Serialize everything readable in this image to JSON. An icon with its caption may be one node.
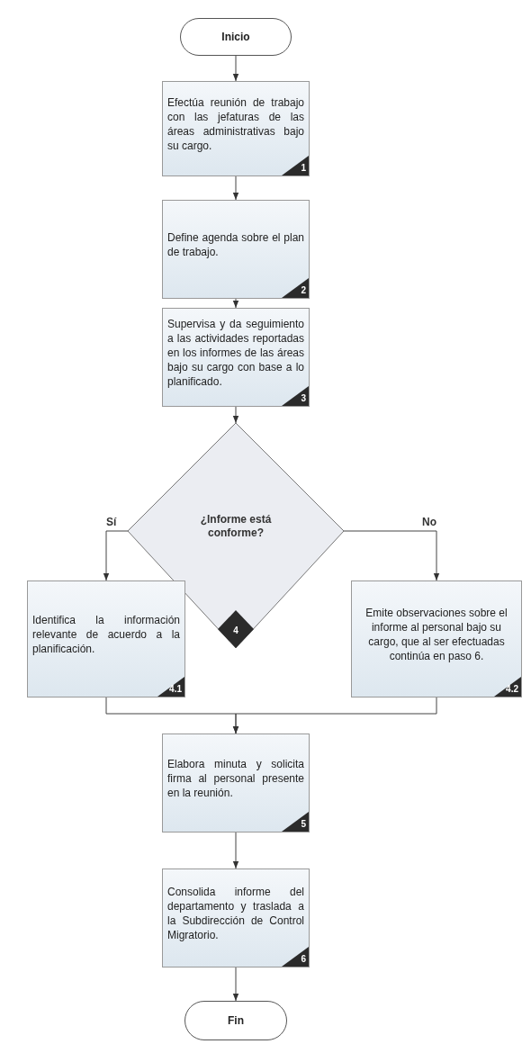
{
  "diagram": {
    "nodes": [
      {
        "text": [
          "Inicio"
        ]
      },
      {
        "text": [
          "Efectúa reunión de trabajo con las jefaturas de las áreas administrativas bajo su cargo.",
          "1"
        ]
      },
      {
        "text": [
          "Define agenda sobre el plan de trabajo.",
          "2"
        ]
      },
      {
        "text": [
          "Supervisa y da seguimiento a las actividades reportadas en los informes de las áreas bajo su cargo con base a lo planificado.",
          "3"
        ]
      },
      {
        "text": [
          "¿Informe está conforme?",
          "4"
        ]
      },
      {
        "text": [
          "Identifica la información relevante de acuerdo a la planificación.",
          "4.1"
        ]
      },
      {
        "text": [
          "Emite observaciones sobre el informe al personal bajo su cargo, que al ser efectuadas continúa en paso 6.",
          "4.2"
        ]
      },
      {
        "text": [
          "Elabora minuta y solicita firma al personal presente en la reunión.",
          "5"
        ]
      },
      {
        "text": [
          "Consolida informe del departamento y traslada a la Subdirección de Control Migratorio.",
          "6"
        ]
      },
      {
        "text": [
          "Fin"
        ]
      }
    ],
    "edges": [
      {
        "from": 0,
        "to": 1,
        "arrow": "to"
      },
      {
        "from": 1,
        "to": 2,
        "arrow": "to"
      },
      {
        "from": 2,
        "to": 3,
        "arrow": "to"
      },
      {
        "from": 3,
        "to": 4,
        "arrow": "to"
      },
      {
        "from": 4,
        "to": 5,
        "arrow": "to",
        "label": "Sí"
      },
      {
        "from": 4,
        "to": 6,
        "arrow": "to",
        "label": "No"
      },
      {
        "from": 5,
        "to": 7,
        "arrow": "to"
      },
      {
        "from": 6,
        "to": 7,
        "arrow": "to"
      },
      {
        "from": 7,
        "to": 8,
        "arrow": "to"
      },
      {
        "from": 8,
        "to": 9,
        "arrow": "to"
      }
    ]
  }
}
